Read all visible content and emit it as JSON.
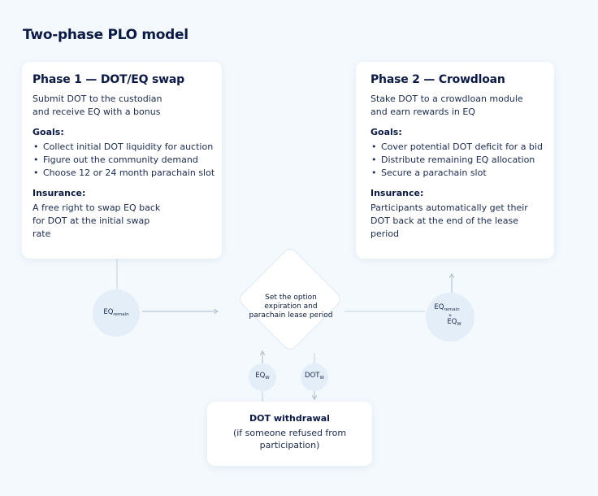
{
  "title": "Two-phase PLO model",
  "phase1": {
    "heading": "Phase 1 — DOT/EQ swap",
    "intro": "Submit DOT to the custodian and receive EQ with a bonus",
    "goals_label": "Goals:",
    "goals": [
      "Collect initial DOT liquidity for auction",
      "Figure out the community demand",
      "Choose 12 or 24 month parachain slot"
    ],
    "insurance_label": "Insurance:",
    "insurance": "A free right to swap EQ back for DOT at the initial swap rate"
  },
  "phase2": {
    "heading": "Phase 2 — Crowdloan",
    "intro": "Stake DOT to a crowdloan module and earn rewards in EQ",
    "goals_label": "Goals:",
    "goals": [
      "Cover potential DOT deficit for a bid",
      "Distribute remaining EQ allocation",
      "Secure a parachain slot"
    ],
    "insurance_label": "Insurance:",
    "insurance": "Participants automatically get their DOT back at the end of the lease period"
  },
  "decision": {
    "text": "Set the option expiration and parachain lease period"
  },
  "nodes": {
    "eq_remain": {
      "base": "EQ",
      "sub": "remain"
    },
    "combined": {
      "base1": "EQ",
      "sub1": "remain",
      "plus": "+",
      "base2": "EQ",
      "sub2": "W"
    },
    "eq_w": {
      "base": "EQ",
      "sub": "W"
    },
    "dot_w": {
      "base": "DOT",
      "sub": "W"
    }
  },
  "withdrawal": {
    "heading": "DOT withdrawal",
    "text": "(if someone refused from participation)"
  },
  "colors": {
    "background": "#f4f9fd",
    "card": "#ffffff",
    "node": "#e3eef9",
    "line": "#aebccb",
    "text": "#0b1a45"
  }
}
